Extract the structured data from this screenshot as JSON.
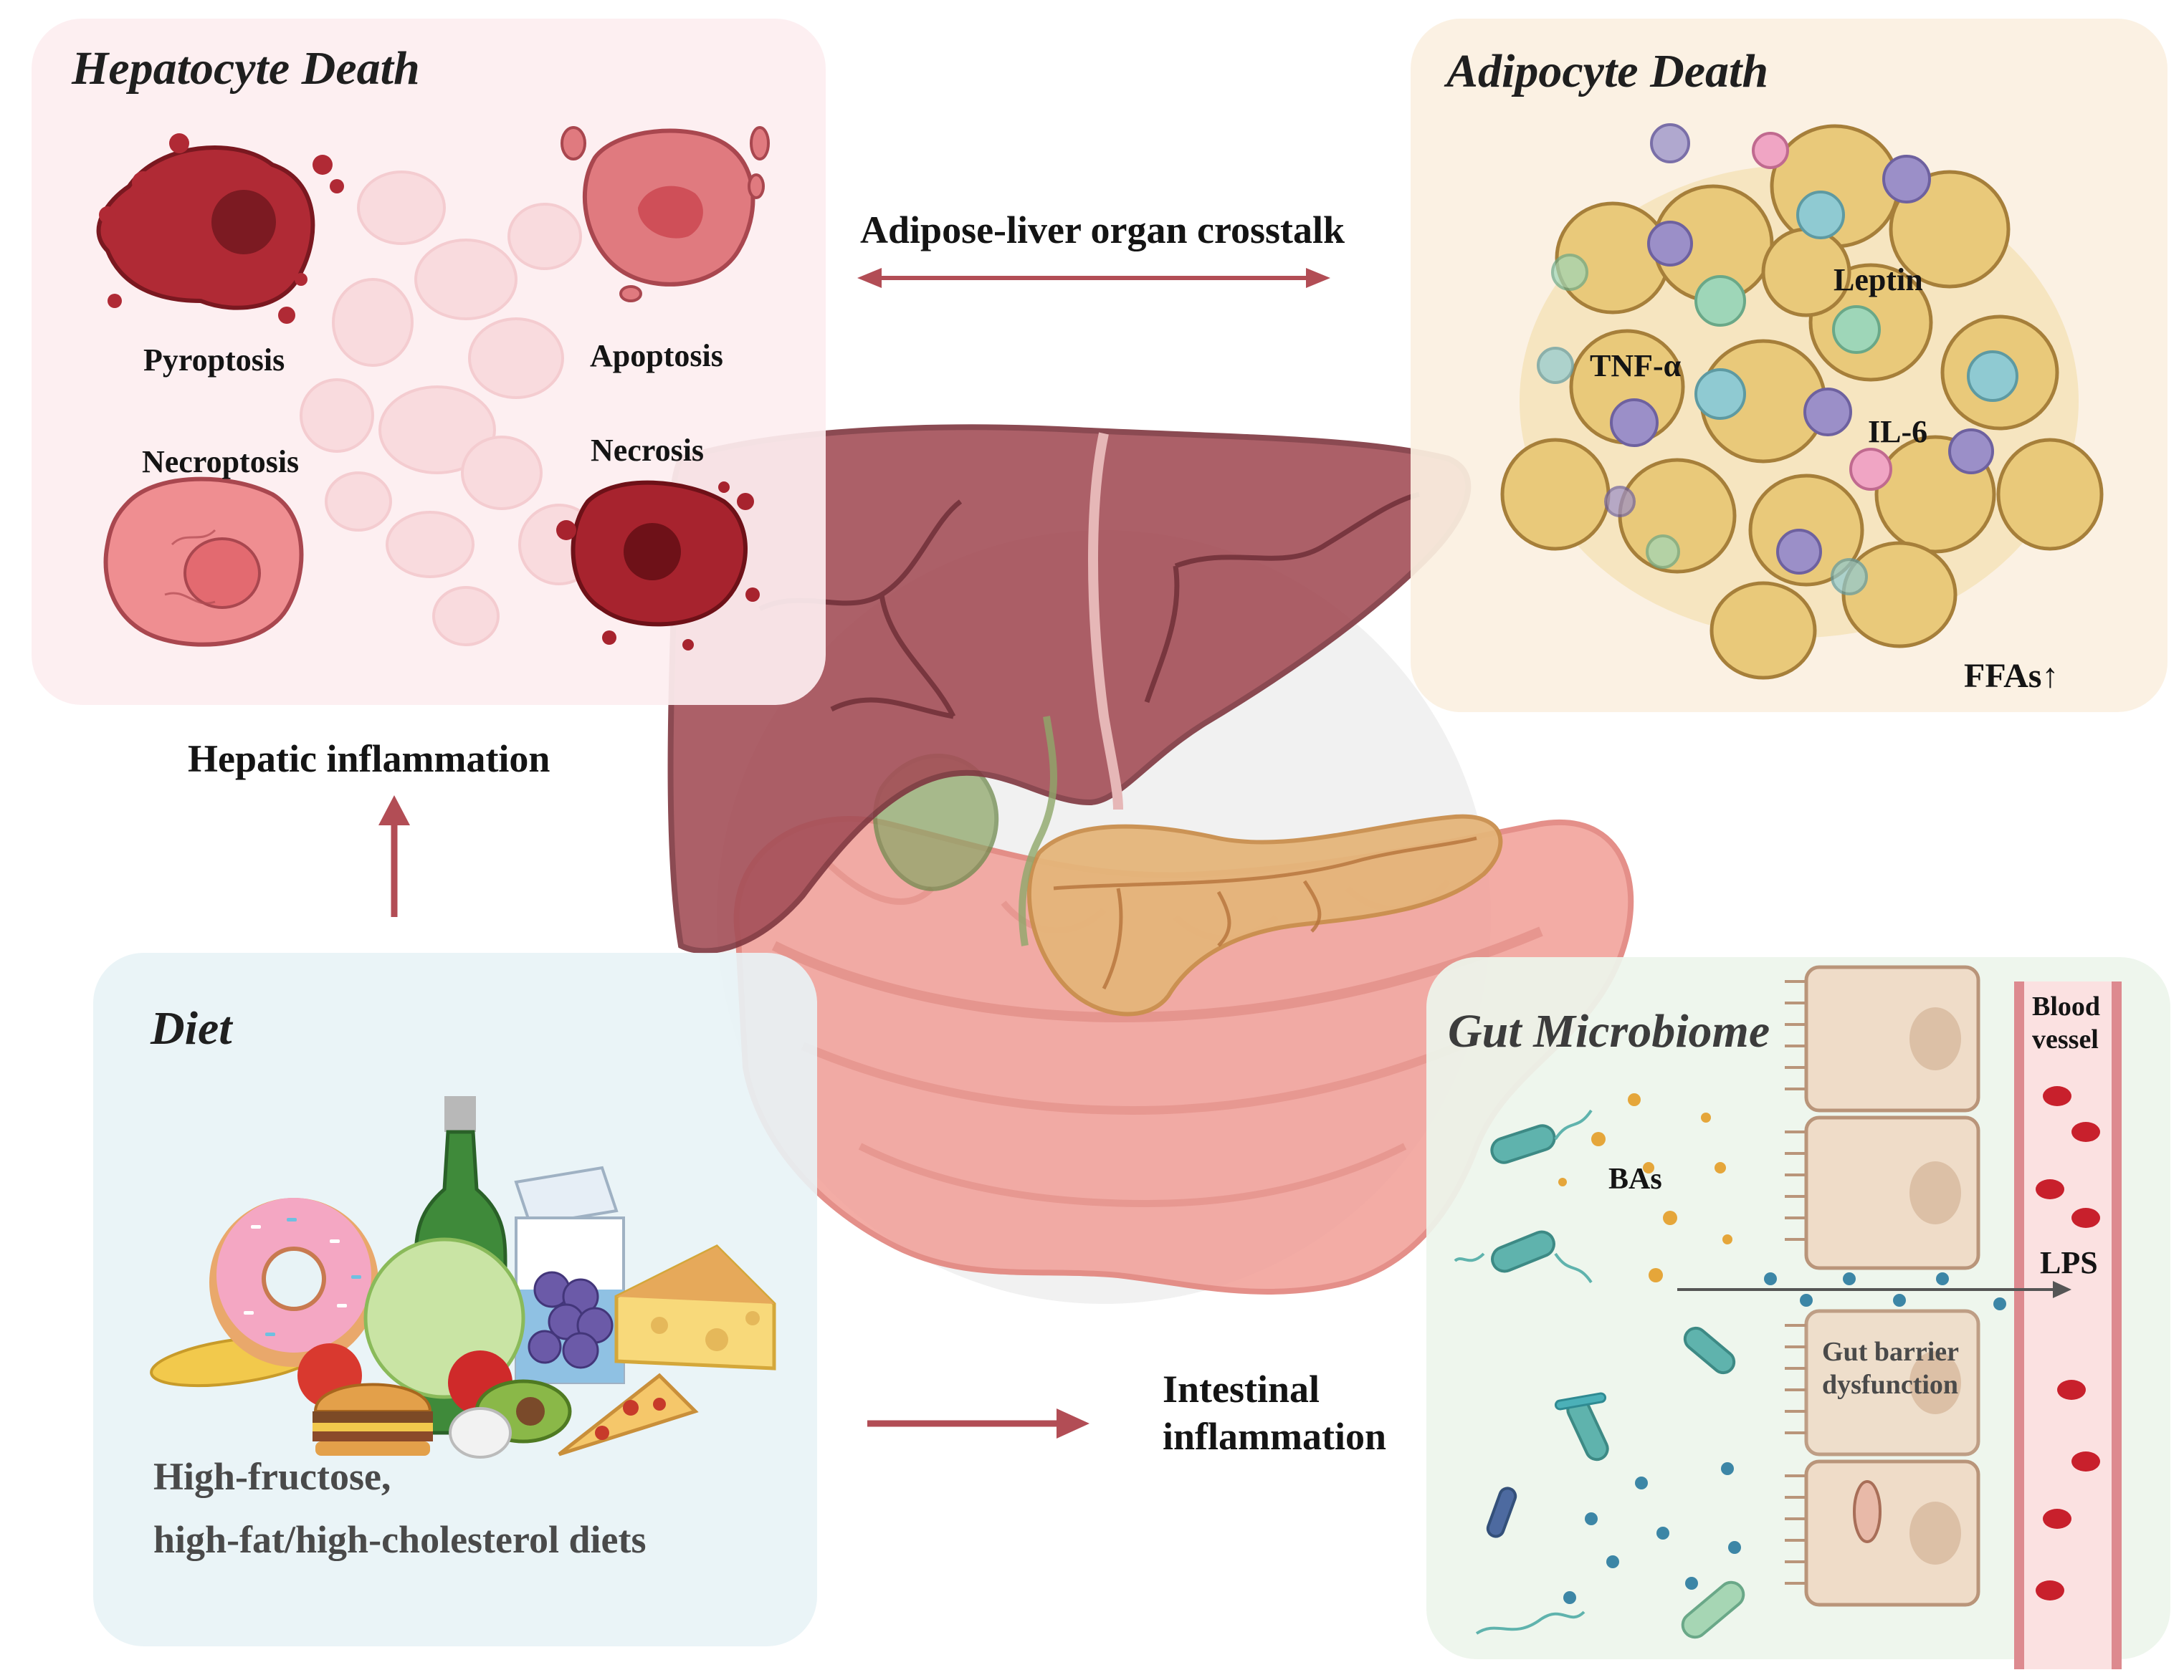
{
  "panels": {
    "hepatocyte": {
      "title": "Hepatocyte Death",
      "labels": {
        "pyroptosis": "Pyroptosis",
        "apoptosis": "Apoptosis",
        "necroptosis": "Necroptosis",
        "necrosis": "Necrosis"
      }
    },
    "adipocyte": {
      "title": "Adipocyte Death",
      "labels": {
        "leptin": "Leptin",
        "tnf": "TNF-α",
        "il6": "IL-6",
        "ffas": "FFAs↑"
      }
    },
    "diet": {
      "title": "Diet",
      "caption_line1": "High-fructose,",
      "caption_line2": "high-fat/high-cholesterol diets"
    },
    "gut": {
      "title": "Gut Microbiome",
      "labels": {
        "bas": "BAs",
        "lps": "LPS",
        "blood_vessel_line1": "Blood",
        "blood_vessel_line2": "vessel",
        "barrier_line1": "Gut barrier",
        "barrier_line2": "dysfunction"
      }
    }
  },
  "center": {
    "crosstalk": "Adipose-liver organ crosstalk",
    "hepatic_inflammation": "Hepatic inflammation",
    "intestinal_line1": "Intestinal",
    "intestinal_line2": "inflammation"
  },
  "colors": {
    "arrow": "#b24d55",
    "hepatocyte_panel": "#fdeef0",
    "adipocyte_panel": "#fbf0e1",
    "diet_panel": "#e8f3f6",
    "gut_panel": "#edf5ec",
    "liver": "#a44f58",
    "intestine": "#f2a59e",
    "pancreas": "#e5b57a",
    "adipocyte": "#e9c97a"
  }
}
